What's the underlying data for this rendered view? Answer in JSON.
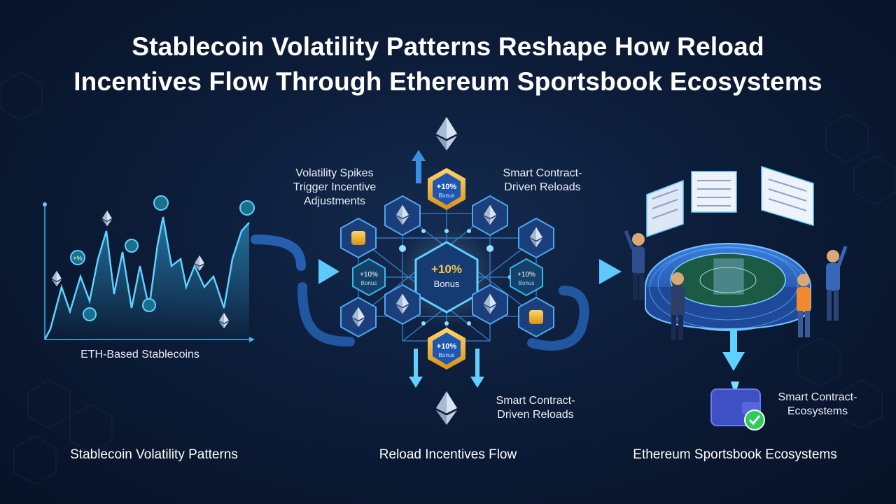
{
  "title": {
    "line1": "Stablecoin Volatility Patterns Reshape How Reload",
    "line2": "Incentives Flow Through Ethereum Sportsbook Ecosystems"
  },
  "left": {
    "chart_label": "ETH-Based Stablecoins",
    "caption": "Stablecoin Volatility Patterns"
  },
  "center": {
    "label_top_left": [
      "Volatility Spikes",
      "Trigger Incentive",
      "Adjustments"
    ],
    "label_top_right": [
      "Smart Contract-",
      "Driven Reloads"
    ],
    "label_bottom_right": [
      "Smart Contract-",
      "Driven Reloads"
    ],
    "center_badge": {
      "pct": "+10%",
      "text": "Bonus"
    },
    "small_badge": {
      "pct": "+10%",
      "text": "Bonus"
    },
    "caption": "Reload Incentives Flow"
  },
  "right": {
    "wallet_label": [
      "Smart Contract-",
      "Ecosystems"
    ],
    "caption": "Ethereum Sportsbook Ecosystems"
  },
  "colors": {
    "accent": "#35b8f0",
    "gold": "#f2b53a",
    "background": "#0c1c38",
    "green": "#2ecc5c"
  }
}
